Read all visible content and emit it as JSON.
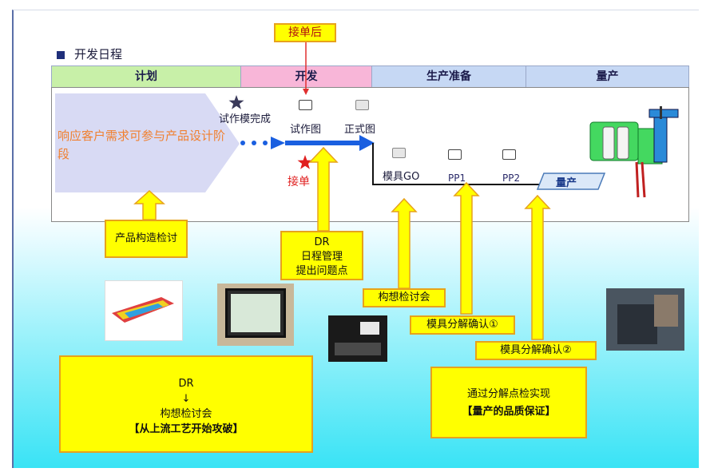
{
  "title": "开发日程",
  "callout_top": "接单后",
  "phases": [
    "计划",
    "开发",
    "生产准备",
    "量产"
  ],
  "intro_text": "响应客户需求可参与产品设计阶段",
  "milestones": {
    "trial_complete": "试作模完成",
    "trial_drawing": "试作图",
    "formal_drawing": "正式图",
    "order": "接单",
    "mold_go": "模具GO",
    "pp1": "PP1",
    "pp2": "PP2",
    "mass_production": "量产"
  },
  "boxes": {
    "product_review": "产品构造检讨",
    "dr_line1": "DR",
    "dr_line2": "日程管理",
    "dr_line3": "提出问题点",
    "concept_review": "构想检讨会",
    "mold_confirm1": "模具分解确认①",
    "mold_confirm2": "模具分解确认②",
    "bottom_dr": "DR",
    "bottom_arrow": "↓",
    "bottom_concept": "构想检讨会",
    "bottom_break": "【从上流工艺开始攻破】",
    "quality_line1": "通过分解点检实现",
    "quality_line2": "【量产的品质保证】"
  },
  "colors": {
    "plan": "#c8f0a8",
    "develop": "#f8b6d8",
    "prep": "#c6d8f4",
    "mass": "#c6d8f4",
    "accent_blue": "#1a5fe0",
    "yellow": "#ffff00"
  }
}
